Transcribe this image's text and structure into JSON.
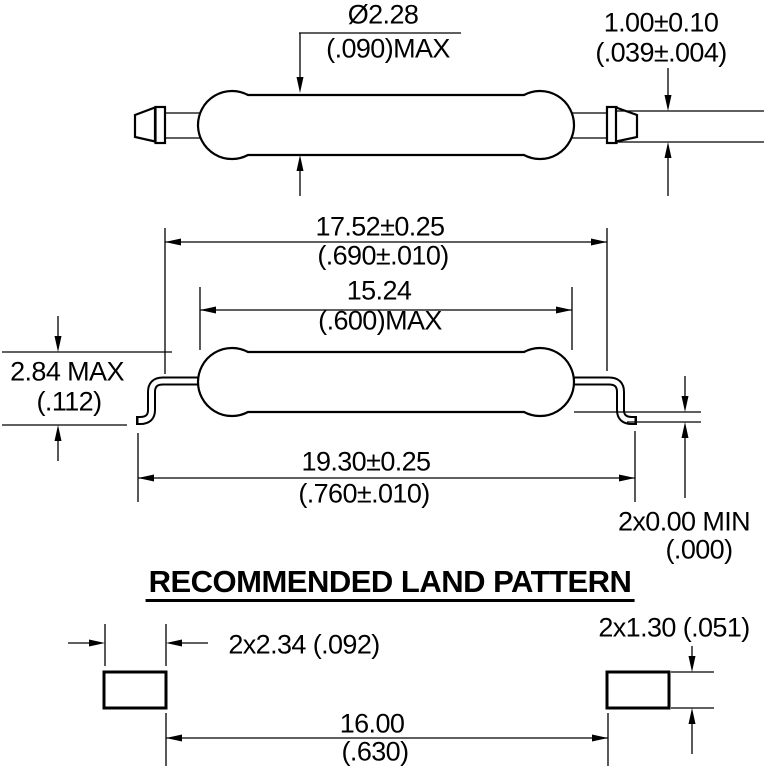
{
  "top_view": {
    "dia_metric": "Ø2.28",
    "dia_imperial": "(.090)MAX",
    "lead_metric": "1.00±0.10",
    "lead_imperial": "(.039±.004)"
  },
  "side_view": {
    "span_metric": "17.52±0.25",
    "span_imperial": "(.690±.010)",
    "glass_metric": "15.24",
    "glass_imperial": "(.600)MAX",
    "height_metric": "2.84 MAX",
    "height_imperial": "(.112)",
    "overall_metric": "19.30±0.25",
    "overall_imperial": "(.760±.010)",
    "standoff_metric": "2x0.00 MIN",
    "standoff_imperial": "(.000)"
  },
  "land_pattern": {
    "heading": "RECOMMENDED LAND PATTERN",
    "pad_width": "2x2.34 (.092)",
    "pad_height": "2x1.30 (.051)",
    "pitch_metric": "16.00",
    "pitch_imperial": "(.630)"
  },
  "colors": {
    "line": "#000000",
    "background": "#ffffff"
  }
}
